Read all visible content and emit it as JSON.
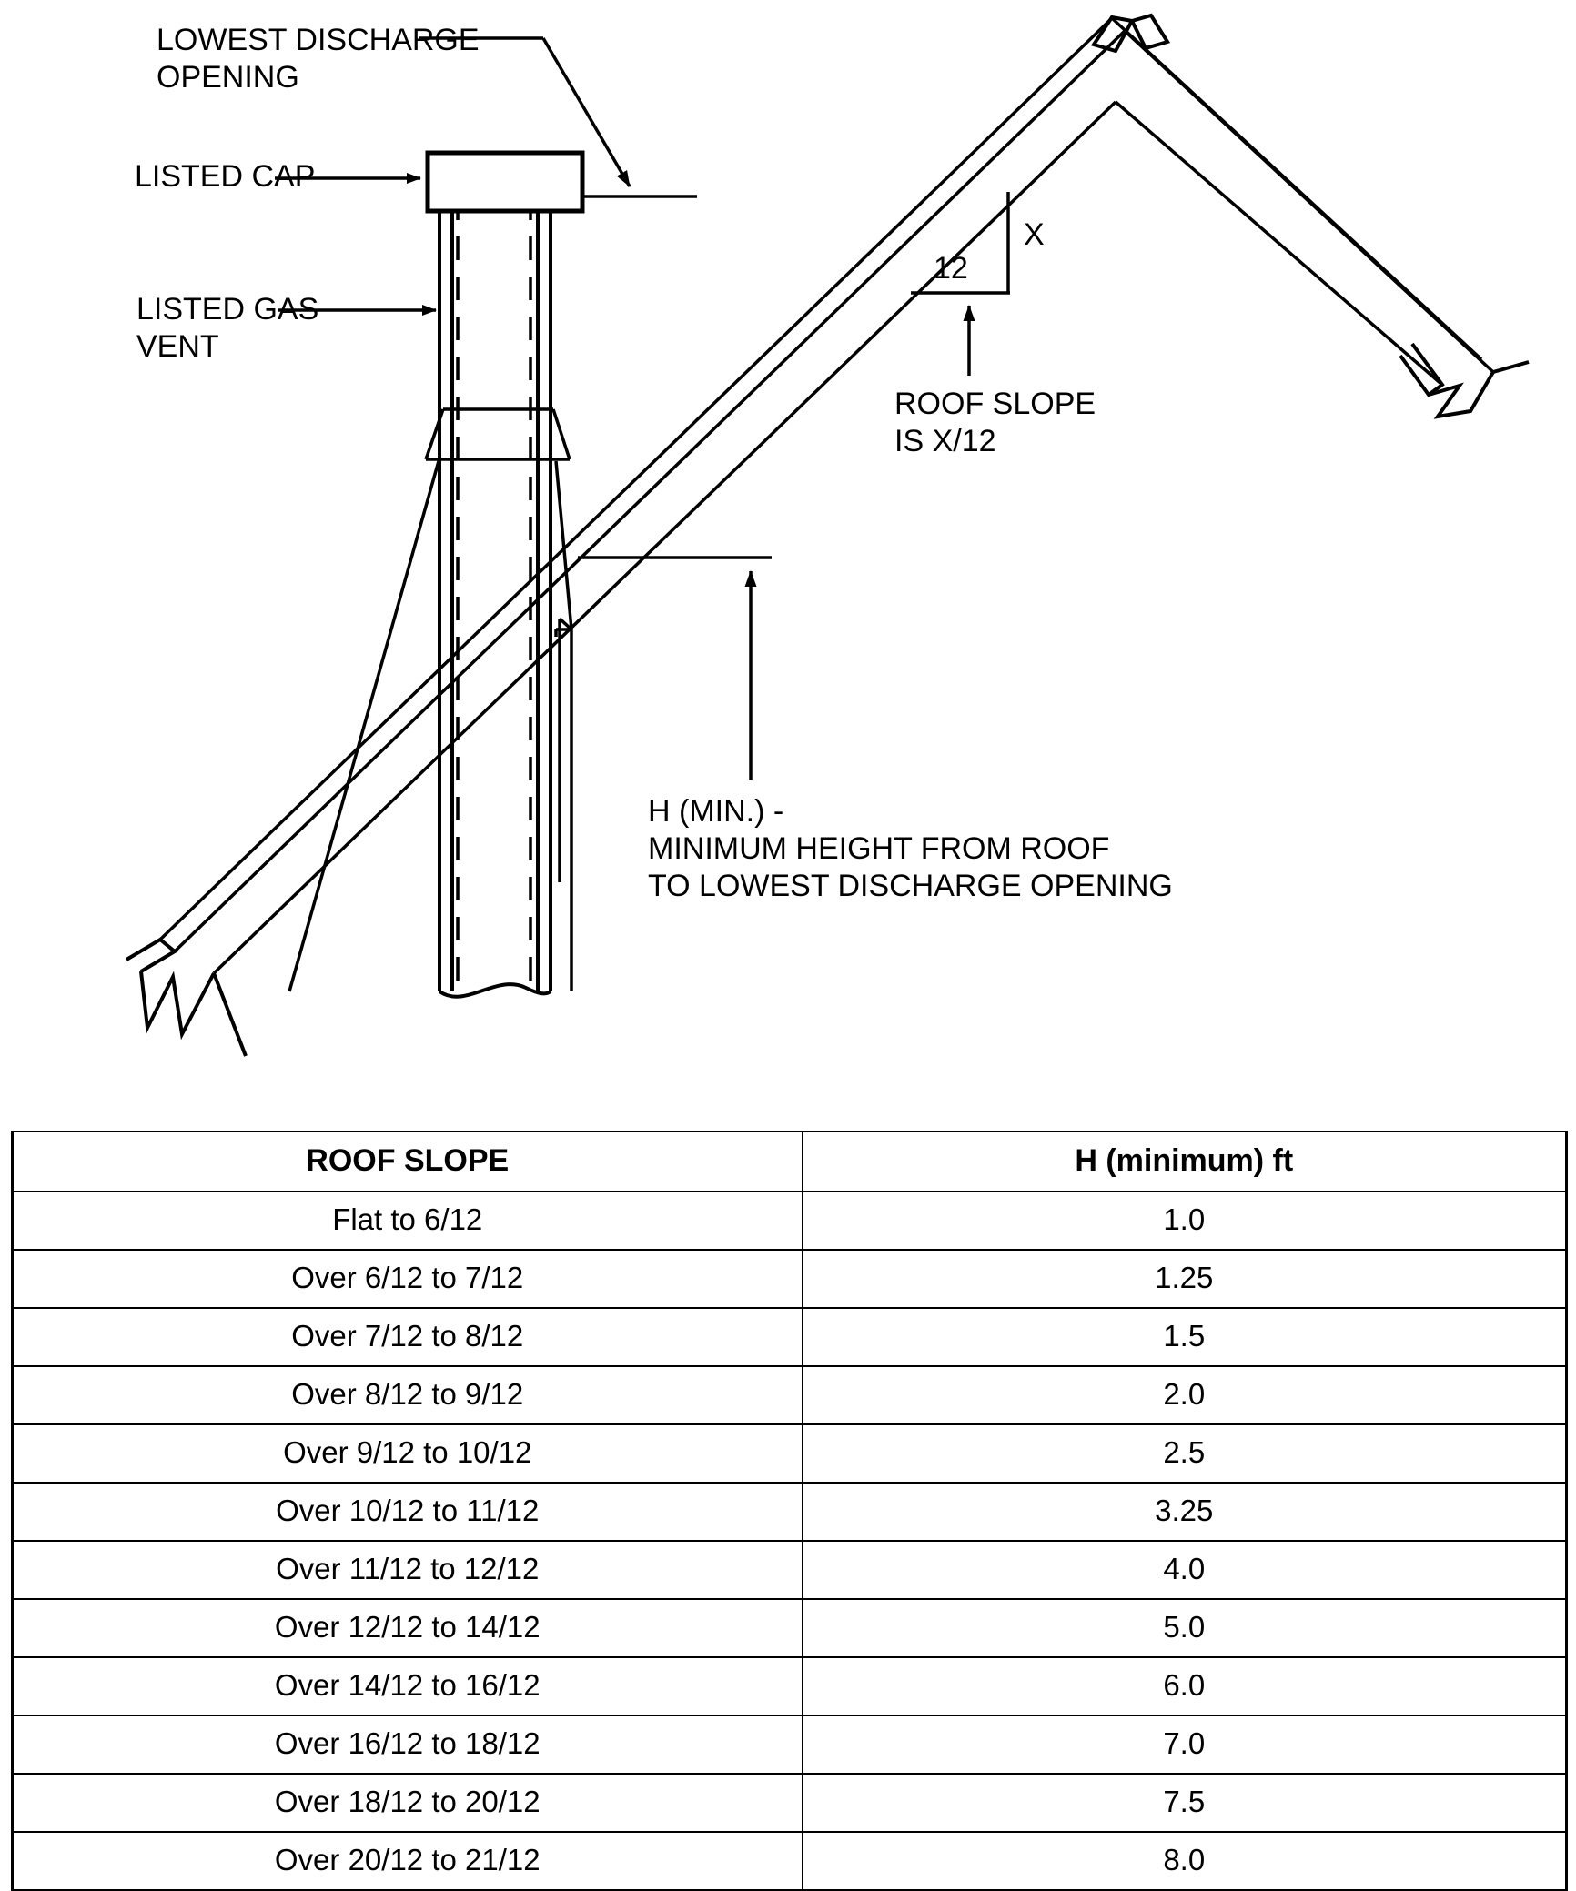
{
  "diagram": {
    "title": "Gas vent roof termination clearance diagram",
    "labels": {
      "lowest_discharge_opening": "LOWEST DISCHARGE\nOPENING",
      "listed_cap": "LISTED CAP",
      "listed_gas_vent": "LISTED GAS\nVENT",
      "roof_slope_note": "ROOF SLOPE\nIS X/12",
      "h_min_note": "H (MIN.) -\nMINIMUM HEIGHT FROM ROOF\nTO LOWEST DISCHARGE OPENING",
      "slope_run": "12",
      "slope_rise": "X"
    },
    "line_color": "#000000",
    "background_color": "#ffffff"
  },
  "table": {
    "headers": [
      "ROOF SLOPE",
      "H (minimum) ft"
    ],
    "rows": [
      [
        "Flat to 6/12",
        "1.0"
      ],
      [
        "Over 6/12 to 7/12",
        "1.25"
      ],
      [
        "Over 7/12 to 8/12",
        "1.5"
      ],
      [
        "Over 8/12 to 9/12",
        "2.0"
      ],
      [
        "Over 9/12 to 10/12",
        "2.5"
      ],
      [
        "Over 10/12 to 11/12",
        "3.25"
      ],
      [
        "Over 11/12 to 12/12",
        "4.0"
      ],
      [
        "Over 12/12 to 14/12",
        "5.0"
      ],
      [
        "Over 14/12 to 16/12",
        "6.0"
      ],
      [
        "Over 16/12 to 18/12",
        "7.0"
      ],
      [
        "Over 18/12 to 20/12",
        "7.5"
      ],
      [
        "Over 20/12 to 21/12",
        "8.0"
      ]
    ]
  }
}
